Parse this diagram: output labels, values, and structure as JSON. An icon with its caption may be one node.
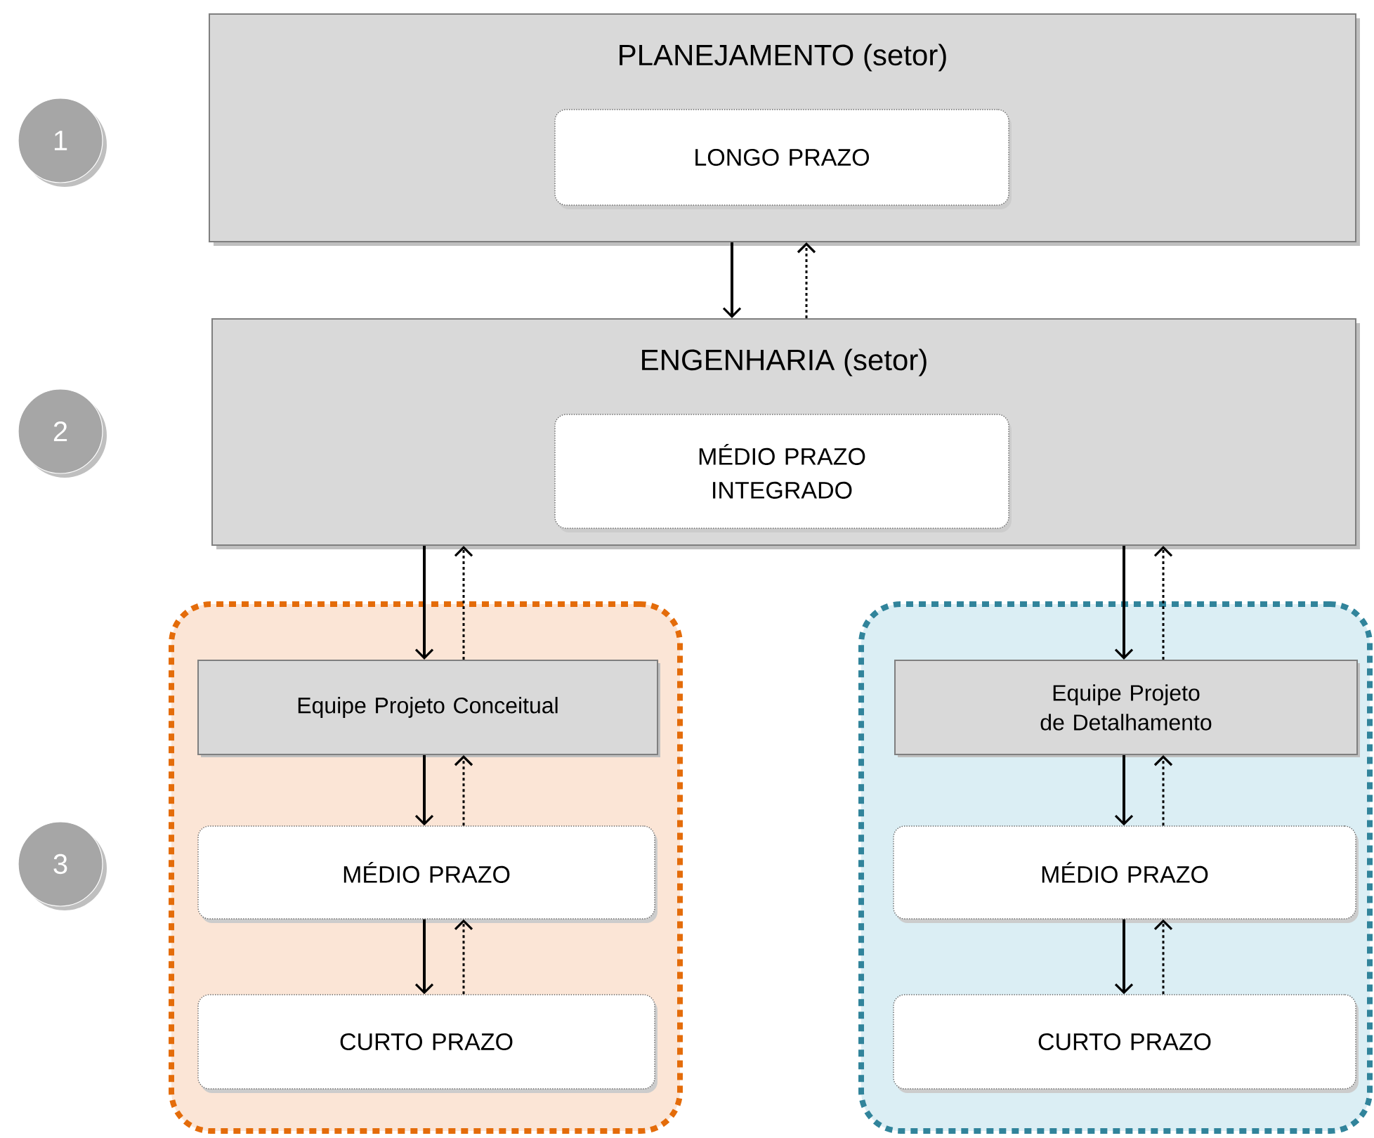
{
  "diagram": {
    "nodes": [
      {
        "text": [
          "PLANEJAMENTO (setor)"
        ]
      },
      {
        "text": [
          "LONGO PRAZO"
        ],
        "in": 0
      },
      {
        "text": [
          "ENGENHARIA (setor)"
        ]
      },
      {
        "text": [
          "MÉDIO PRAZO INTEGRADO"
        ],
        "in": 2
      },
      {
        "text": [],
        "shape": "box"
      },
      {
        "text": [
          "Equipe Projeto Conceitual"
        ],
        "in": 4
      },
      {
        "text": [
          "MÉDIO PRAZO"
        ],
        "in": 4
      },
      {
        "text": [
          "CURTO PRAZO"
        ],
        "in": 4
      },
      {
        "text": [],
        "shape": "box"
      },
      {
        "text": [
          "Equipe Projeto de Detalhamento"
        ],
        "in": 8
      },
      {
        "text": [
          "MÉDIO PRAZO"
        ],
        "in": 8
      },
      {
        "text": [
          "CURTO PRAZO"
        ],
        "in": 8
      },
      {
        "text": [
          "1"
        ]
      },
      {
        "text": [
          "2"
        ]
      },
      {
        "text": [
          "3"
        ]
      }
    ],
    "edges": [
      {
        "from": 0,
        "to": 2,
        "arrow": "to"
      },
      {
        "from": 2,
        "to": 0,
        "arrow": "to",
        "style": "dashed"
      },
      {
        "from": 2,
        "to": 5,
        "arrow": "to"
      },
      {
        "from": 5,
        "to": 2,
        "arrow": "to",
        "style": "dashed"
      },
      {
        "from": 2,
        "to": 9,
        "arrow": "to"
      },
      {
        "from": 9,
        "to": 2,
        "arrow": "to",
        "style": "dashed"
      },
      {
        "from": 5,
        "to": 6,
        "arrow": "to"
      },
      {
        "from": 6,
        "to": 5,
        "arrow": "to",
        "style": "dashed"
      },
      {
        "from": 6,
        "to": 7,
        "arrow": "to"
      },
      {
        "from": 7,
        "to": 6,
        "arrow": "to",
        "style": "dashed"
      },
      {
        "from": 9,
        "to": 10,
        "arrow": "to"
      },
      {
        "from": 10,
        "to": 9,
        "arrow": "to",
        "style": "dashed"
      },
      {
        "from": 10,
        "to": 11,
        "arrow": "to"
      },
      {
        "from": 11,
        "to": 10,
        "arrow": "to",
        "style": "dashed"
      }
    ]
  }
}
